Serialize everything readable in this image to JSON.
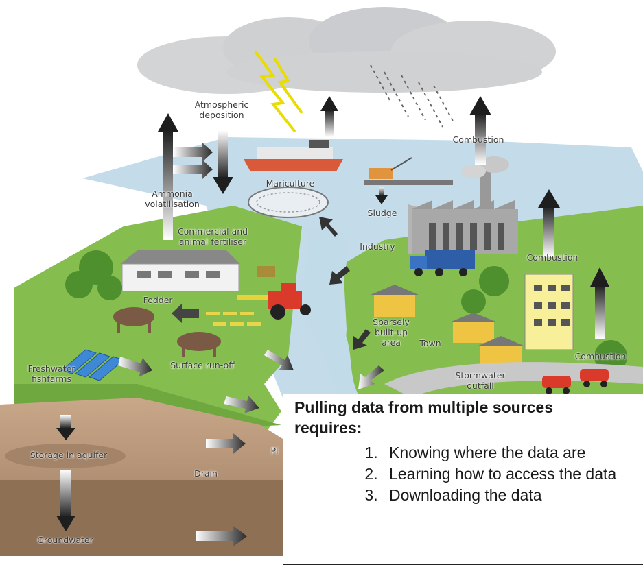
{
  "diagram": {
    "labels": {
      "atmospheric_deposition": "Atmospheric\ndeposition",
      "combustion_top": "Combustion",
      "ammonia": "Ammonia\nvolatilisation",
      "mariculture": "Mariculture",
      "sludge": "Sludge",
      "commercial_fertiliser": "Commercial and\nanimal fertiliser",
      "industry": "Industry",
      "combustion_mid": "Combustion",
      "fodder": "Fodder",
      "sparsely": "Sparsely\nbuilt-up\narea",
      "town": "Town",
      "combustion_low": "Combustion",
      "freshwater": "Freshwater\nfishfarms",
      "surface_runoff": "Surface run-off",
      "stormwater": "Stormwater\noutfall",
      "storage": "Storage in aquifer",
      "drain": "Drain",
      "pl": "Pl",
      "groundwater": "Groundwater"
    }
  },
  "callout": {
    "heading": "Pulling data from multiple sources\nrequires:",
    "items": [
      "Knowing where the data are",
      "Learning how to access the data",
      "Downloading the data"
    ]
  },
  "colors": {
    "sky": "#d7e6ef",
    "cloud": "#d3d4d6",
    "land": "#7fb84a",
    "land_dark": "#5e9a36",
    "water": "#c2dbe9",
    "soil": "#b9977a",
    "soil_dark": "#8f7156",
    "arrow": "#222222",
    "lightning": "#f2e600"
  }
}
